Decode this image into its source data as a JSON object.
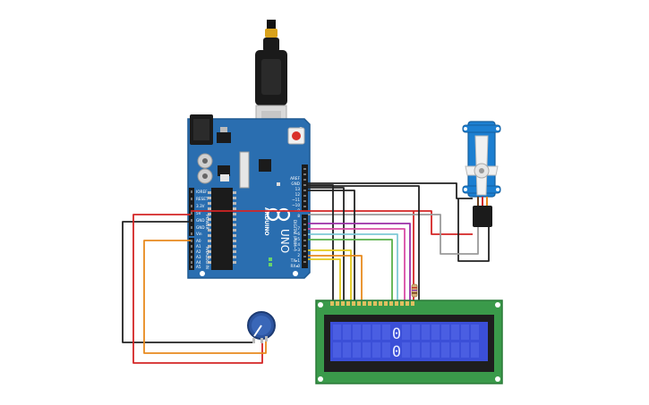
{
  "arduino": {
    "brand_text": "ARDUINO",
    "model_text": "UNO",
    "header_power": "POWER",
    "header_analog": "ANALOG IN",
    "header_digital": "DIGITAL (PWM~)",
    "pin_aref": "AREF",
    "pin_gnd": "GND",
    "power_pins": [
      "IOREF",
      "RESET",
      "3.3V",
      "5V",
      "GND",
      "GND",
      "Vin"
    ],
    "analog_pins": [
      "A0",
      "A1",
      "A2",
      "A3",
      "A4",
      "A5"
    ],
    "digital_pins_top": [
      "13",
      "12",
      "~11",
      "~10",
      "~9",
      "8"
    ],
    "digital_pins_bottom": [
      "7",
      "~6",
      "~5",
      "4",
      "~3",
      "2",
      "TX▸1",
      "RX◂0"
    ],
    "led_labels": [
      "L",
      "TX",
      "RX",
      "ON"
    ]
  },
  "lcd": {
    "line1": "0",
    "line2": "0"
  },
  "colors": {
    "board": "#2a6eb0",
    "lcd_pcb": "#3a9a4a",
    "lcd_screen": "#3b4fd8",
    "wire_red": "#d42525",
    "wire_black": "#222222",
    "wire_orange": "#e88a1e",
    "wire_purple": "#9b2fa8",
    "wire_pink": "#d94ba5",
    "wire_cyan": "#7fc9d6",
    "wire_green": "#5ab14a",
    "wire_yellow": "#e3c91c",
    "wire_gray": "#9a9a9a",
    "servo_body": "#1c7fd1",
    "pot_knob": "#2d55a0"
  }
}
